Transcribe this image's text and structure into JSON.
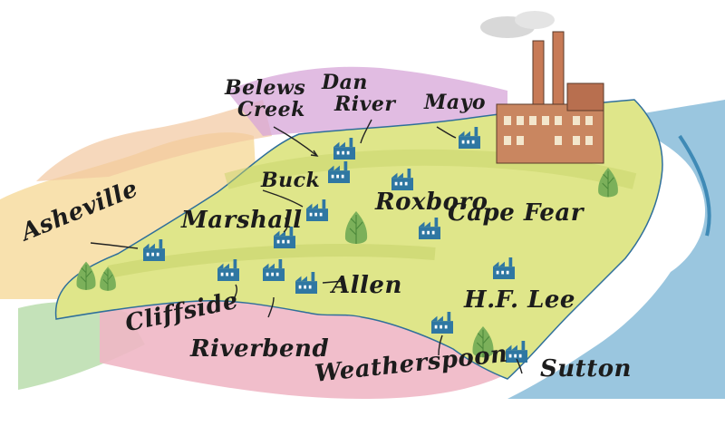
{
  "map": {
    "plants": [
      {
        "name": "Belews Creek",
        "line1": "Belews",
        "line2": "Creek"
      },
      {
        "name": "Dan River",
        "line1": "Dan",
        "line2": "River"
      },
      {
        "name": "Mayo"
      },
      {
        "name": "Buck"
      },
      {
        "name": "Marshall"
      },
      {
        "name": "Roxboro"
      },
      {
        "name": "Cape Fear"
      },
      {
        "name": "Asheville"
      },
      {
        "name": "Allen"
      },
      {
        "name": "Cliffside"
      },
      {
        "name": "Riverbend"
      },
      {
        "name": "H.F. Lee"
      },
      {
        "name": "Weatherspoon"
      },
      {
        "name": "Sutton"
      }
    ],
    "colors": {
      "state_fill": "#dfe68a",
      "ocean": "#5a9fc4",
      "factory_icon": "#2f77a2",
      "neighbor_pink": "#f0b7c5",
      "neighbor_yellow": "#f7dca0",
      "neighbor_purple": "#d7a6d8",
      "neighbor_green": "#b5dba8"
    }
  }
}
